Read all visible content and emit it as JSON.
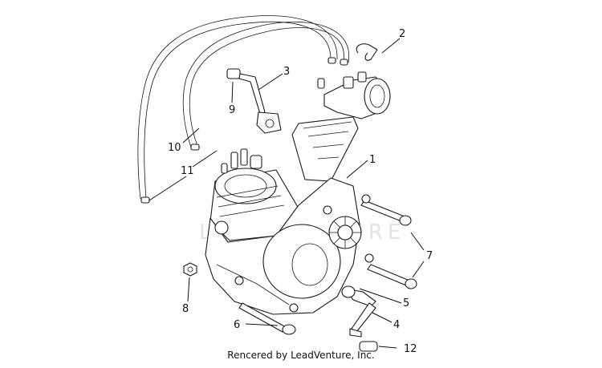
{
  "diagram": {
    "callouts": [
      "1",
      "2",
      "3",
      "4",
      "5",
      "6",
      "7",
      "8",
      "9",
      "10",
      "11",
      "12"
    ],
    "watermark": "LEADVENTURE",
    "credit": "Rencered by LeadVenture, Inc."
  }
}
